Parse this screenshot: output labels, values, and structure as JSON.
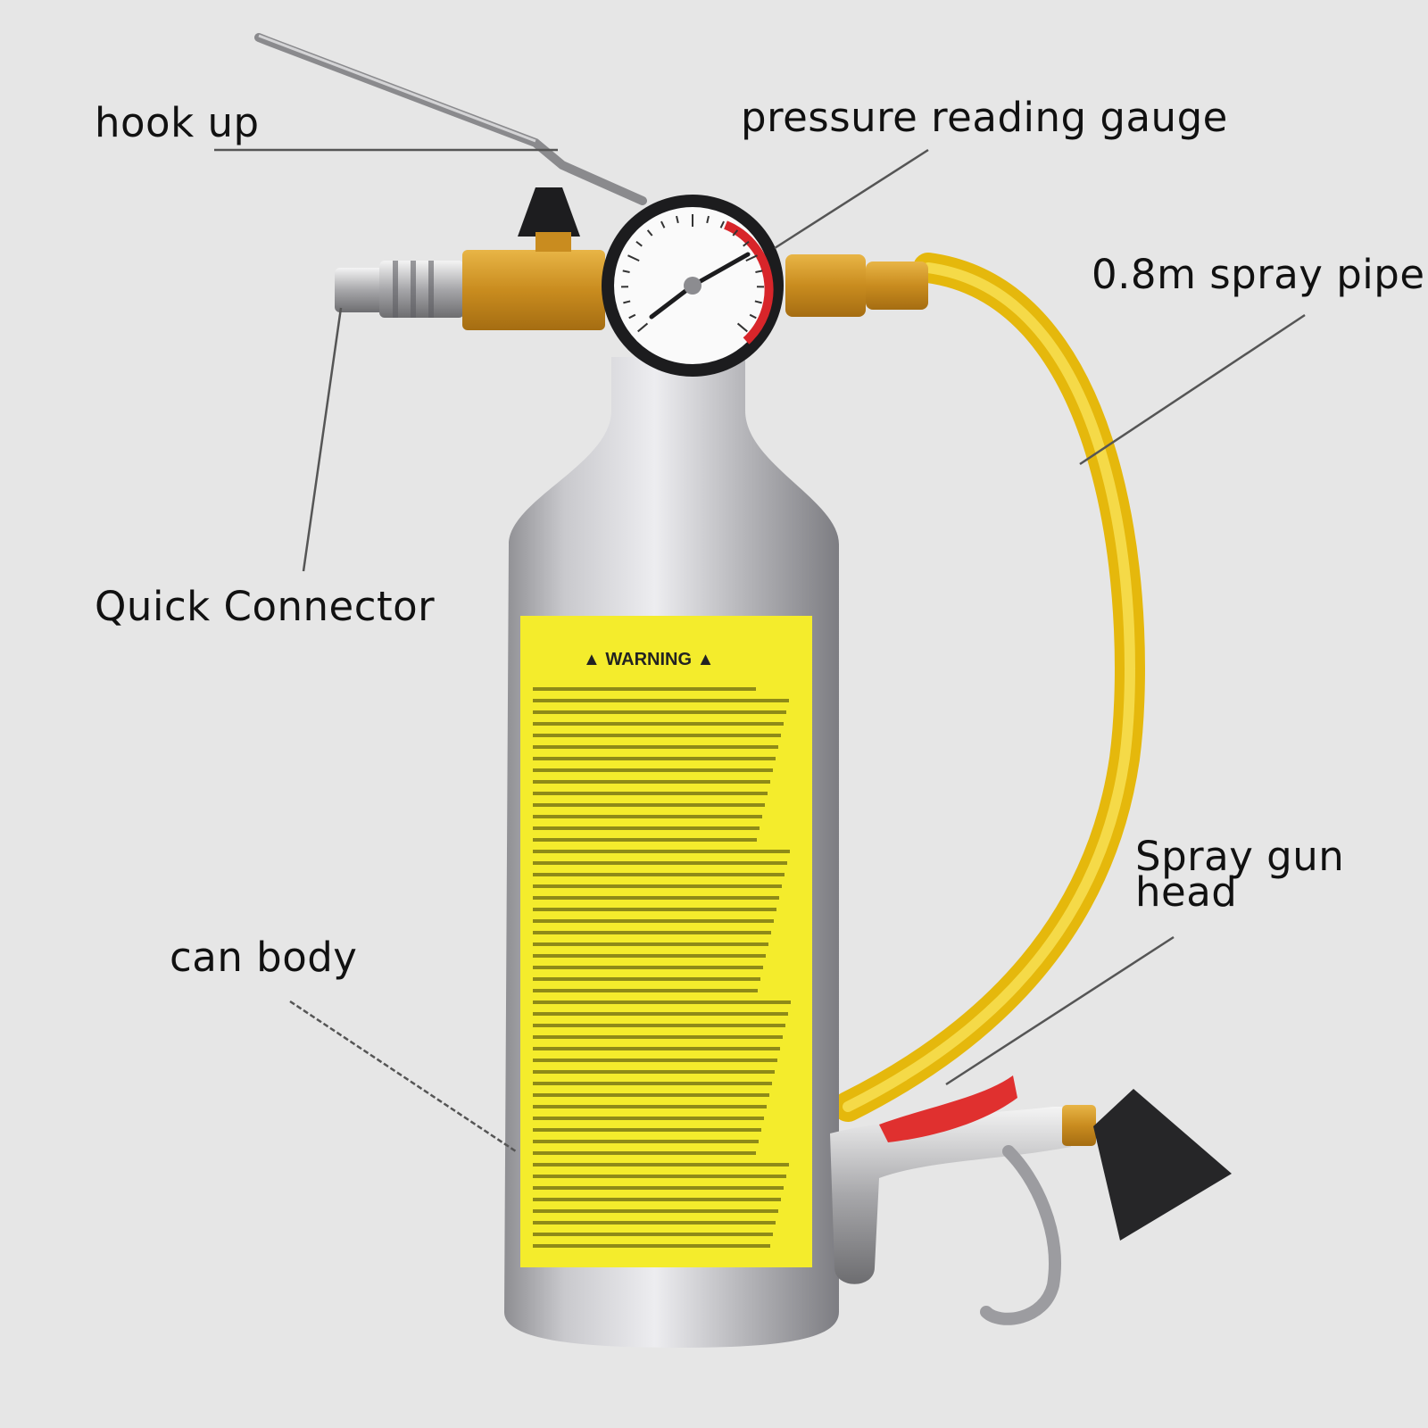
{
  "labels": {
    "hook_up": "hook up",
    "pressure_gauge": "pressure reading gauge",
    "spray_pipe": "0.8m spray pipe",
    "quick_connector": "Quick Connector",
    "spray_gun_head_line1": "Spray gun",
    "spray_gun_head_line2": "head",
    "can_body": "can body"
  },
  "warning": {
    "title": "WARNING"
  },
  "colors": {
    "background": "#e6e6e6",
    "hose": "#f5cf1a",
    "label_panel": "#f4ec2c",
    "can": "#a9a9ad",
    "trigger": "#e0302f",
    "gauge_red": "#d8252a",
    "brass": "#d39a2c",
    "nozzle": "#2a2a2a"
  },
  "icons": {
    "warning": "warning-triangle-icon"
  }
}
